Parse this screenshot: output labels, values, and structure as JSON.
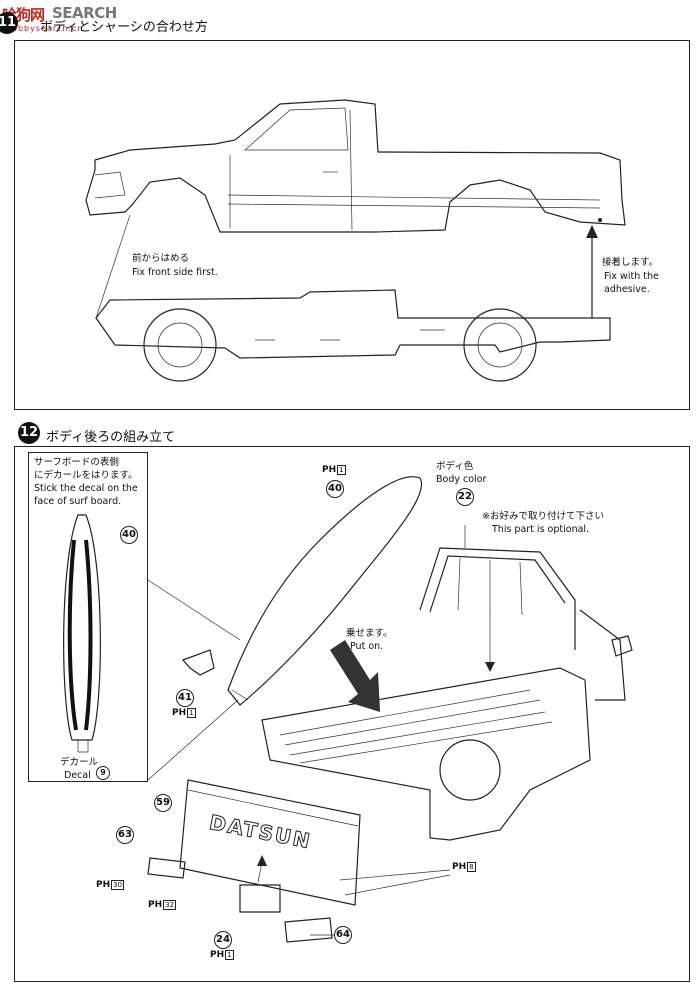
{
  "watermark": {
    "brand_cjk": "哈狗网",
    "brand_en": "SEARCH",
    "brand_sub": "hobbysearch.cn"
  },
  "step11": {
    "number": "11",
    "title": "ボディとシャーシの合わせ方",
    "note_front_jp": "前からはめる",
    "note_front_en": "Fix front side first.",
    "note_glue_jp": "接着します。",
    "note_glue_en1": "Fix with the",
    "note_glue_en2": "adhesive."
  },
  "step12": {
    "number": "12",
    "title": "ボディ後ろの組み立て",
    "inset_jp1": "サーフボードの表側",
    "inset_jp2": "にデカールをはります。",
    "inset_en1": "Stick the decal on the",
    "inset_en2": "face of surf board.",
    "inset_decal_jp": "デカール",
    "inset_decal_en": "Decal",
    "inset_decal_num": "9",
    "body_color_jp": "ボディ色",
    "body_color_en": "Body color",
    "optional_jp": "※お好みで取り付けて下さい",
    "optional_en": "This part is optional.",
    "put_on_jp": "乗せます。",
    "put_on_en": "Put on.",
    "tailgate_text": "DATSUN",
    "parts": [
      {
        "num": "40",
        "label": "surf-board"
      },
      {
        "num": "22",
        "label": "roll-bar"
      },
      {
        "num": "41",
        "label": "fin"
      },
      {
        "num": "59",
        "label": "tailgate"
      },
      {
        "num": "63",
        "label": "left-lamp"
      },
      {
        "num": "24",
        "label": "license-plate"
      },
      {
        "num": "64",
        "label": "right-lamp"
      }
    ],
    "runners": [
      {
        "prefix": "PH",
        "num": "1"
      },
      {
        "prefix": "PH",
        "num": "1"
      },
      {
        "prefix": "PH",
        "num": "30"
      },
      {
        "prefix": "PH",
        "num": "32"
      },
      {
        "prefix": "PH",
        "num": "1"
      },
      {
        "prefix": "PH",
        "num": "8"
      }
    ]
  }
}
